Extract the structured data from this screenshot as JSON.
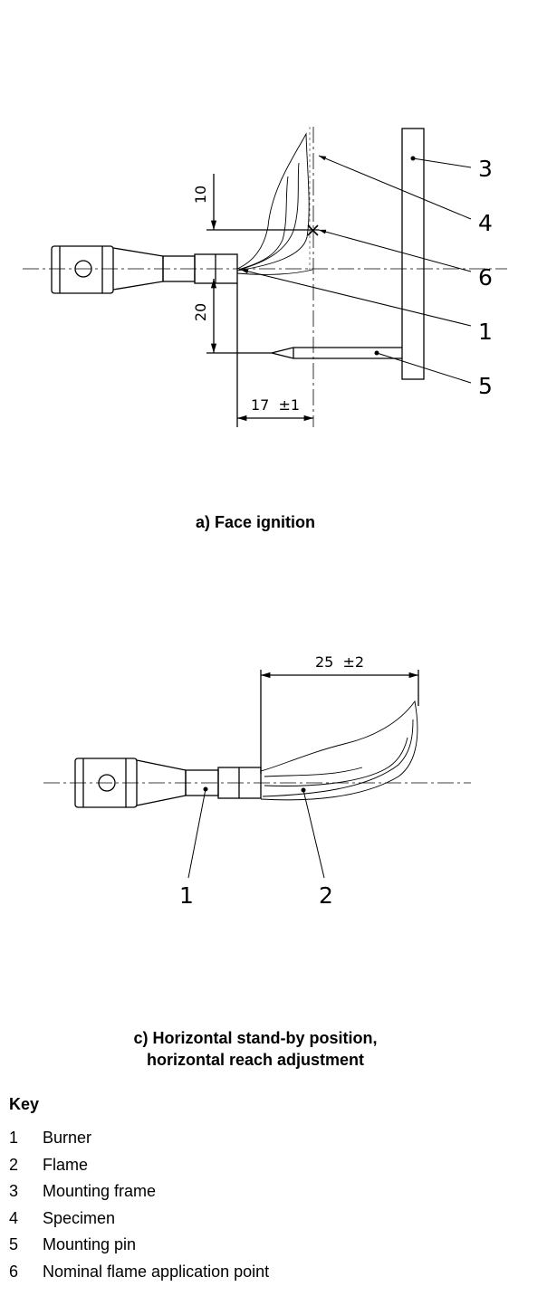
{
  "diagram_a": {
    "caption": "a) Face ignition",
    "dim_vertical_upper": "10",
    "dim_vertical_lower": "20",
    "dim_horizontal": "17  ±1",
    "callouts": [
      "3",
      "4",
      "6",
      "1",
      "5"
    ]
  },
  "diagram_c": {
    "caption_line1": "c) Horizontal stand-by position,",
    "caption_line2": "horizontal reach adjustment",
    "dim_horizontal": "25  ±2",
    "callouts": [
      "1",
      "2"
    ]
  },
  "key": {
    "title": "Key",
    "items": [
      {
        "num": "1",
        "label": "Burner"
      },
      {
        "num": "2",
        "label": "Flame"
      },
      {
        "num": "3",
        "label": "Mounting frame"
      },
      {
        "num": "4",
        "label": "Specimen"
      },
      {
        "num": "5",
        "label": "Mounting pin"
      },
      {
        "num": "6",
        "label": "Nominal flame application point"
      }
    ]
  }
}
